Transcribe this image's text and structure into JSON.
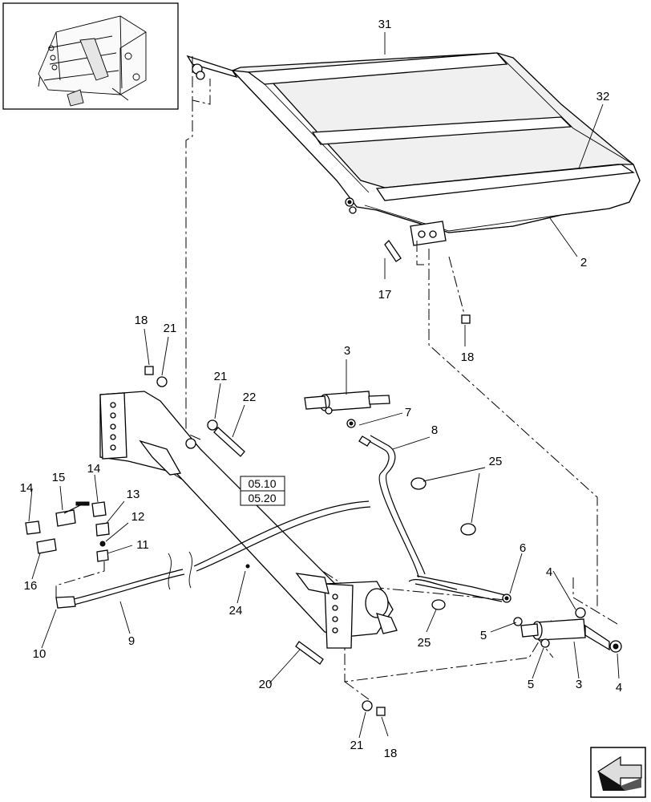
{
  "callouts": [
    {
      "id": "c31",
      "text": "31"
    },
    {
      "id": "c32",
      "text": "32"
    },
    {
      "id": "c2",
      "text": "2"
    },
    {
      "id": "c17",
      "text": "17"
    },
    {
      "id": "c18a",
      "text": "18"
    },
    {
      "id": "c18b",
      "text": "18"
    },
    {
      "id": "c21a",
      "text": "21"
    },
    {
      "id": "c21b",
      "text": "21"
    },
    {
      "id": "c22",
      "text": "22"
    },
    {
      "id": "c3a",
      "text": "3"
    },
    {
      "id": "c7",
      "text": "7"
    },
    {
      "id": "c8",
      "text": "8"
    },
    {
      "id": "c25a",
      "text": "25"
    },
    {
      "id": "c25b",
      "text": "25"
    },
    {
      "id": "c14a",
      "text": "14"
    },
    {
      "id": "c15",
      "text": "15"
    },
    {
      "id": "c14b",
      "text": "14"
    },
    {
      "id": "c13",
      "text": "13"
    },
    {
      "id": "c12",
      "text": "12"
    },
    {
      "id": "c11",
      "text": "11"
    },
    {
      "id": "c16",
      "text": "16"
    },
    {
      "id": "c10",
      "text": "10"
    },
    {
      "id": "c9",
      "text": "9"
    },
    {
      "id": "c24",
      "text": "24"
    },
    {
      "id": "c6",
      "text": "6"
    },
    {
      "id": "c4a",
      "text": "4"
    },
    {
      "id": "c5a",
      "text": "5"
    },
    {
      "id": "c5b",
      "text": "5"
    },
    {
      "id": "c3b",
      "text": "3"
    },
    {
      "id": "c4b",
      "text": "4"
    },
    {
      "id": "c20",
      "text": "20"
    },
    {
      "id": "c21c",
      "text": "21"
    },
    {
      "id": "c18c",
      "text": "18"
    }
  ],
  "references": {
    "ref1": "05.10",
    "ref2": "05.20"
  }
}
